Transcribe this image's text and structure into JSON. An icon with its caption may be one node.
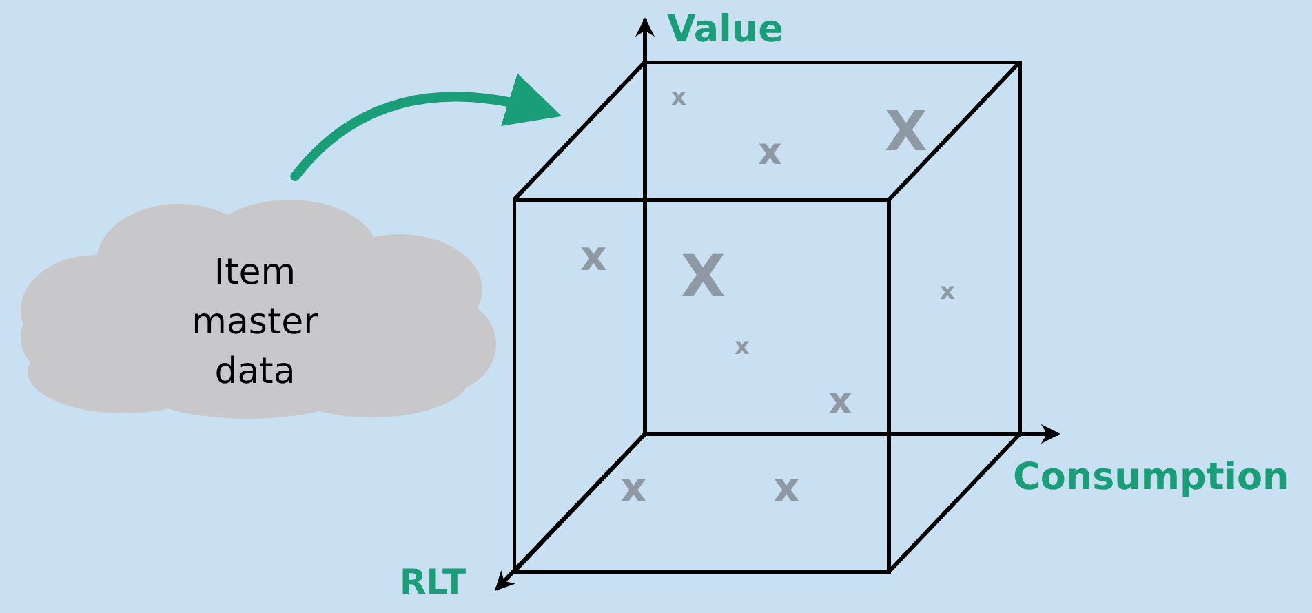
{
  "diagram": {
    "nodes": [
      {
        "text": [
          "Item master data"
        ]
      },
      {
        "text": [],
        "shape": "picture"
      }
    ],
    "edges": [
      {
        "from": 0,
        "to": 1,
        "arrow": "to",
        "color": "#1a9e78"
      }
    ],
    "labels": [
      "Value",
      "x",
      "X",
      "x",
      "x",
      "X",
      "x",
      "Consumption",
      "x",
      "x",
      "x",
      "x",
      "RLT"
    ]
  }
}
